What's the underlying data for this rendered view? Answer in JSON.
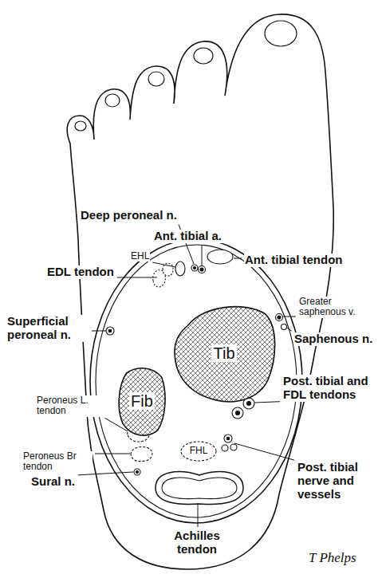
{
  "diagram": {
    "nodes": [
      {
        "text": [
          "Tib"
        ]
      },
      {
        "text": [
          "Fib"
        ]
      },
      {
        "text": [
          "FHL"
        ]
      }
    ],
    "labels": [
      "Deep peroneal n.",
      "Ant. tibial a.",
      "EHL",
      "Ant. tibial tendon",
      "EDL tendon",
      "Greater saphenous v.",
      "Saphenous n.",
      "Superficial peroneal n.",
      "Post. tibial and FDL tendons",
      "Peroneus L. tendon",
      "Peroneus Br tendon",
      "Post. tibial nerve and vessels",
      "Sural n.",
      "Achilles tendon",
      "T Phelps"
    ]
  }
}
